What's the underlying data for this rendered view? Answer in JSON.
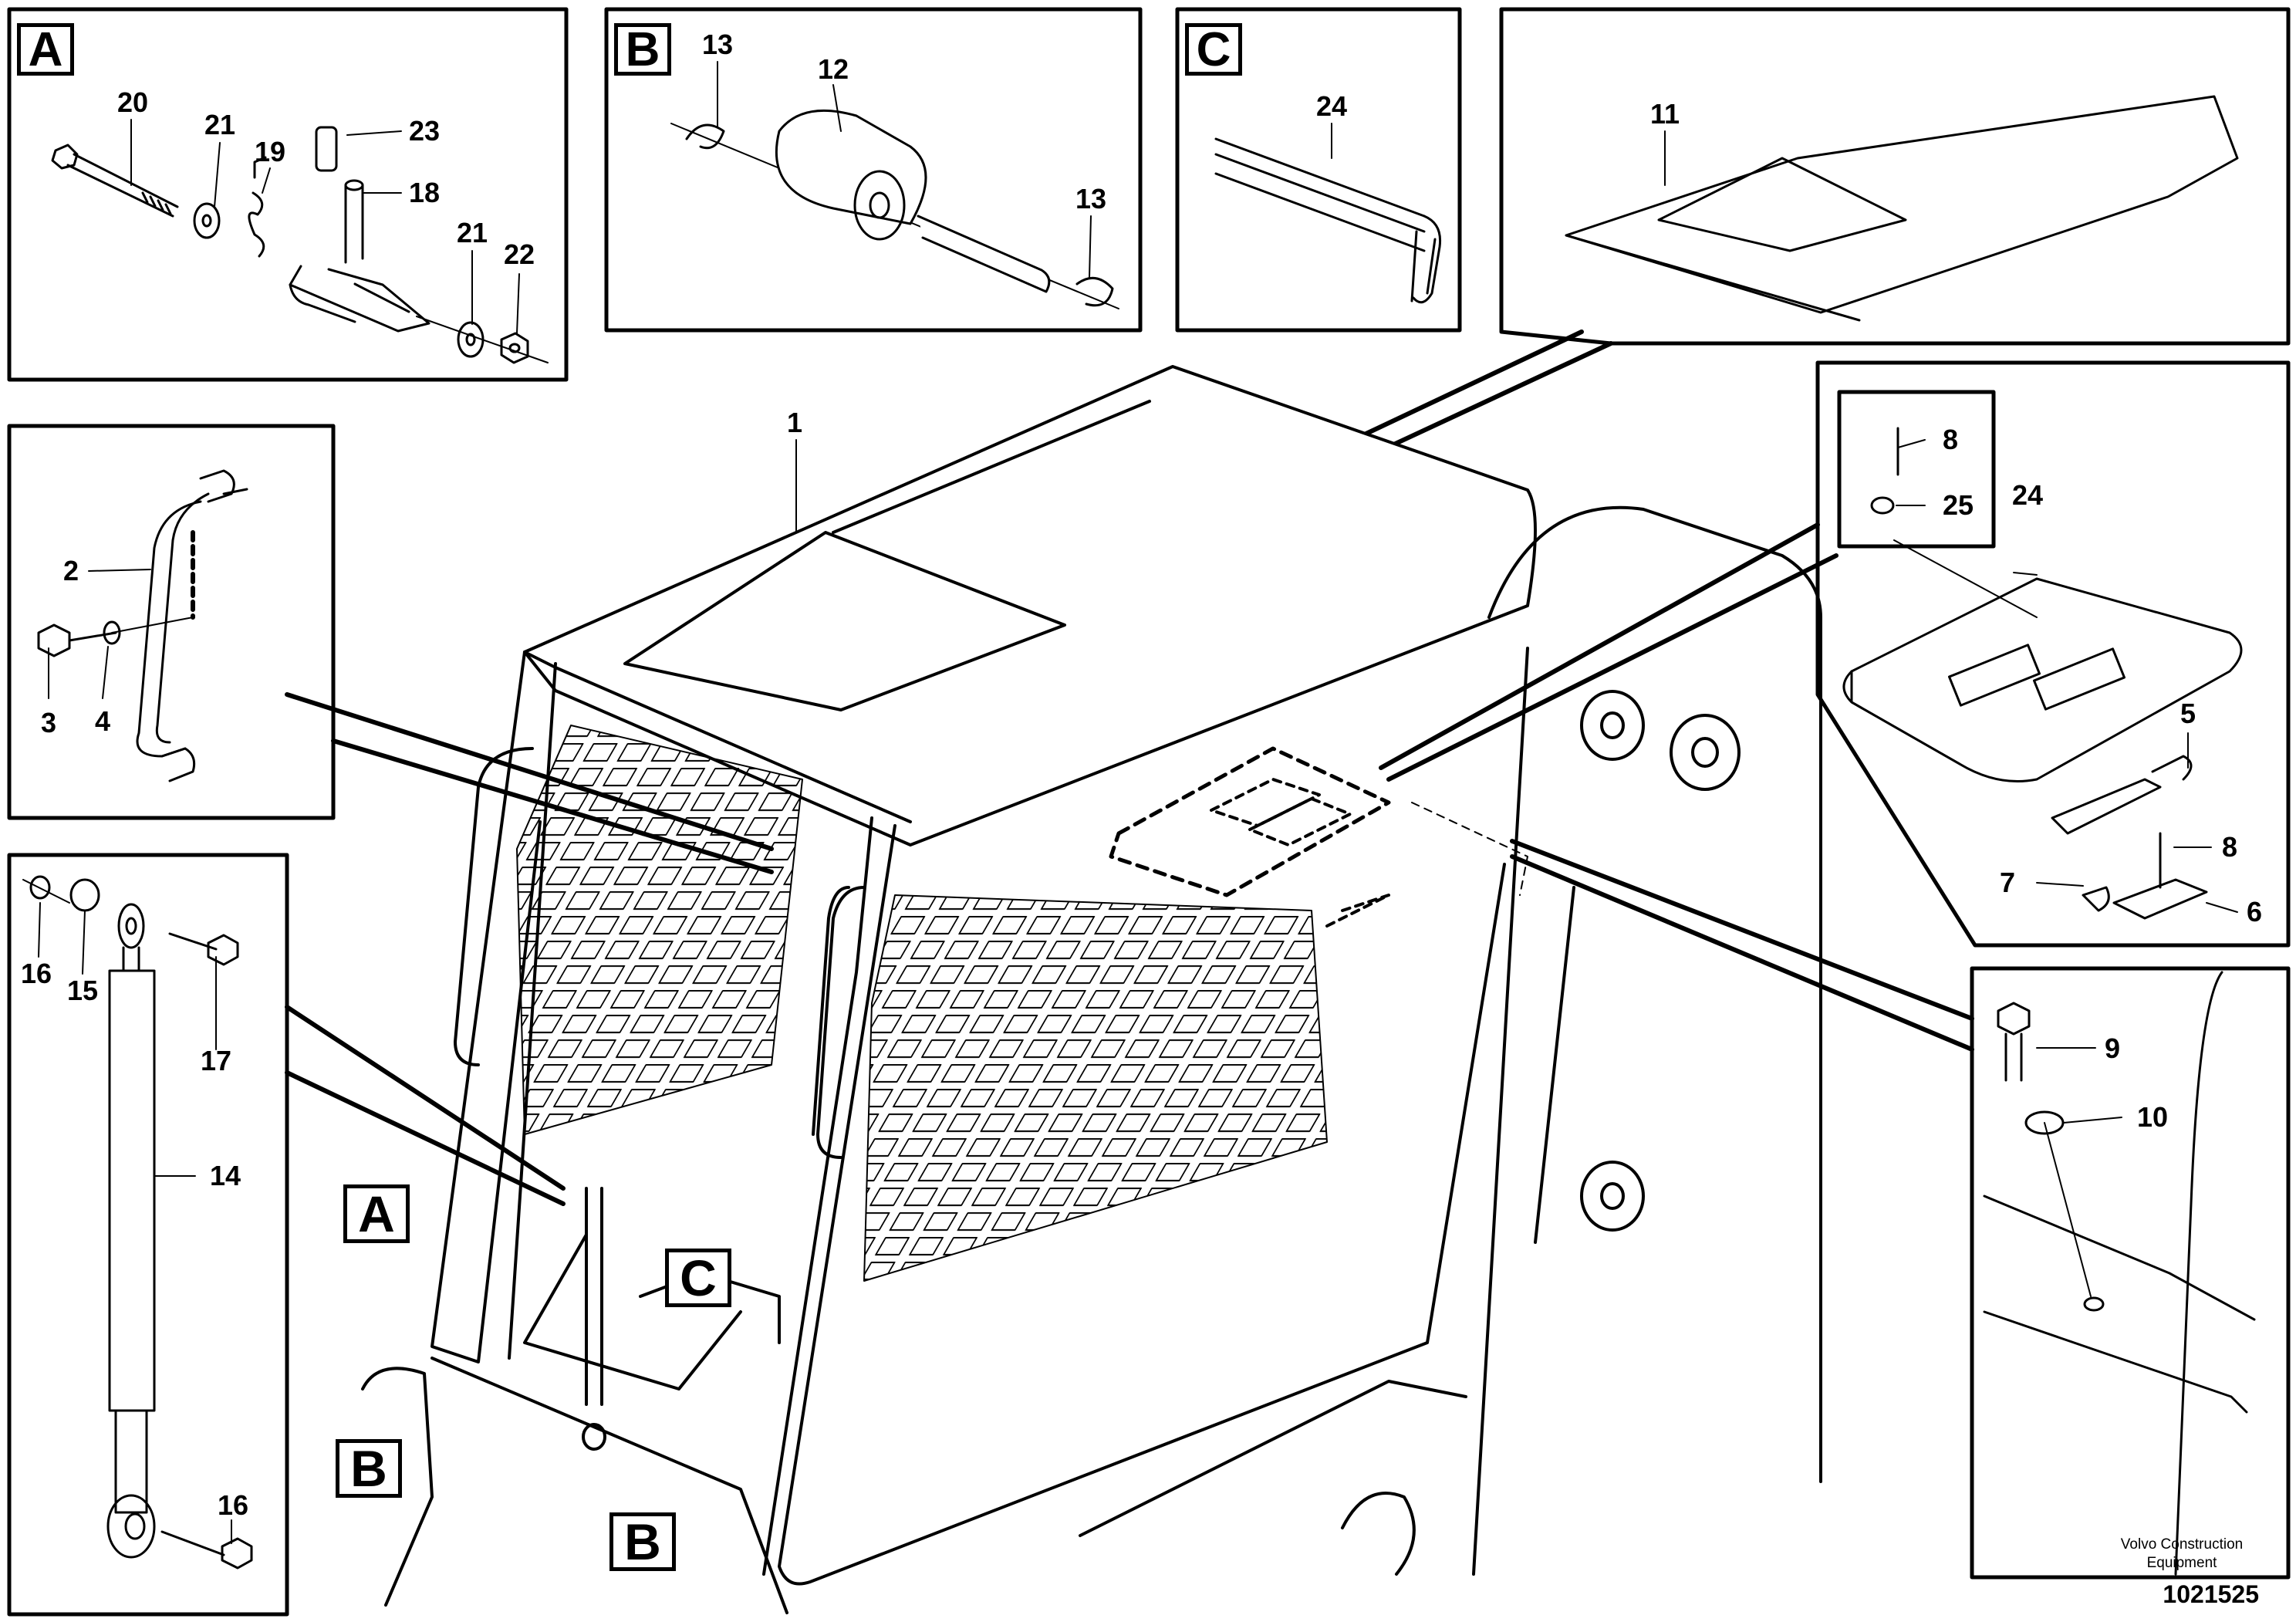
{
  "detail_labels": [
    "A",
    "B",
    "C",
    "A",
    "B",
    "C",
    "B"
  ],
  "callouts": [
    "20",
    "21",
    "19",
    "23",
    "18",
    "21",
    "22",
    "13",
    "12",
    "13",
    "24",
    "11",
    "8",
    "25",
    "24",
    "5",
    "8",
    "7",
    "6",
    "2",
    "3",
    "4",
    "16",
    "15",
    "17",
    "14",
    "16",
    "9",
    "10",
    "1"
  ],
  "footer": {
    "publisher": "Volvo Construction Equipment",
    "document_number": "1021525"
  }
}
